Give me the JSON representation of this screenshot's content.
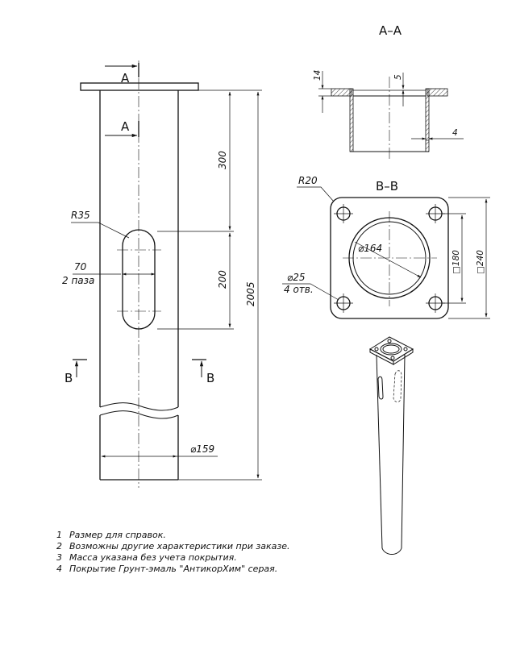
{
  "sections": {
    "aa_title": "A–A",
    "bb_title": "B–B",
    "cut_a_top": "A",
    "cut_a_bottom": "A",
    "cut_b_left": "B",
    "cut_b_right": "B"
  },
  "dimensions": {
    "d300": "300",
    "d200": "200",
    "d2005": "2005",
    "r35": "R35",
    "slot_width": "70",
    "slot_count": "2 паза",
    "pipe_dia": "⌀159",
    "flange_thk": "14",
    "top_5": "5",
    "wall_4": "4",
    "r20": "R20",
    "inner_dia": "⌀164",
    "hole_dia": "⌀25",
    "hole_count": "4 отв.",
    "sq180": "□180",
    "sq240": "□240"
  },
  "notes": [
    {
      "num": "1",
      "text": "Размер для справок."
    },
    {
      "num": "2",
      "text": "Возможны другие характеристики при заказе."
    },
    {
      "num": "3",
      "text": "Масса указана без учета покрытия."
    },
    {
      "num": "4",
      "text": "Покрытие Грунт-эмаль \"АнтикорХим\" серая."
    }
  ]
}
